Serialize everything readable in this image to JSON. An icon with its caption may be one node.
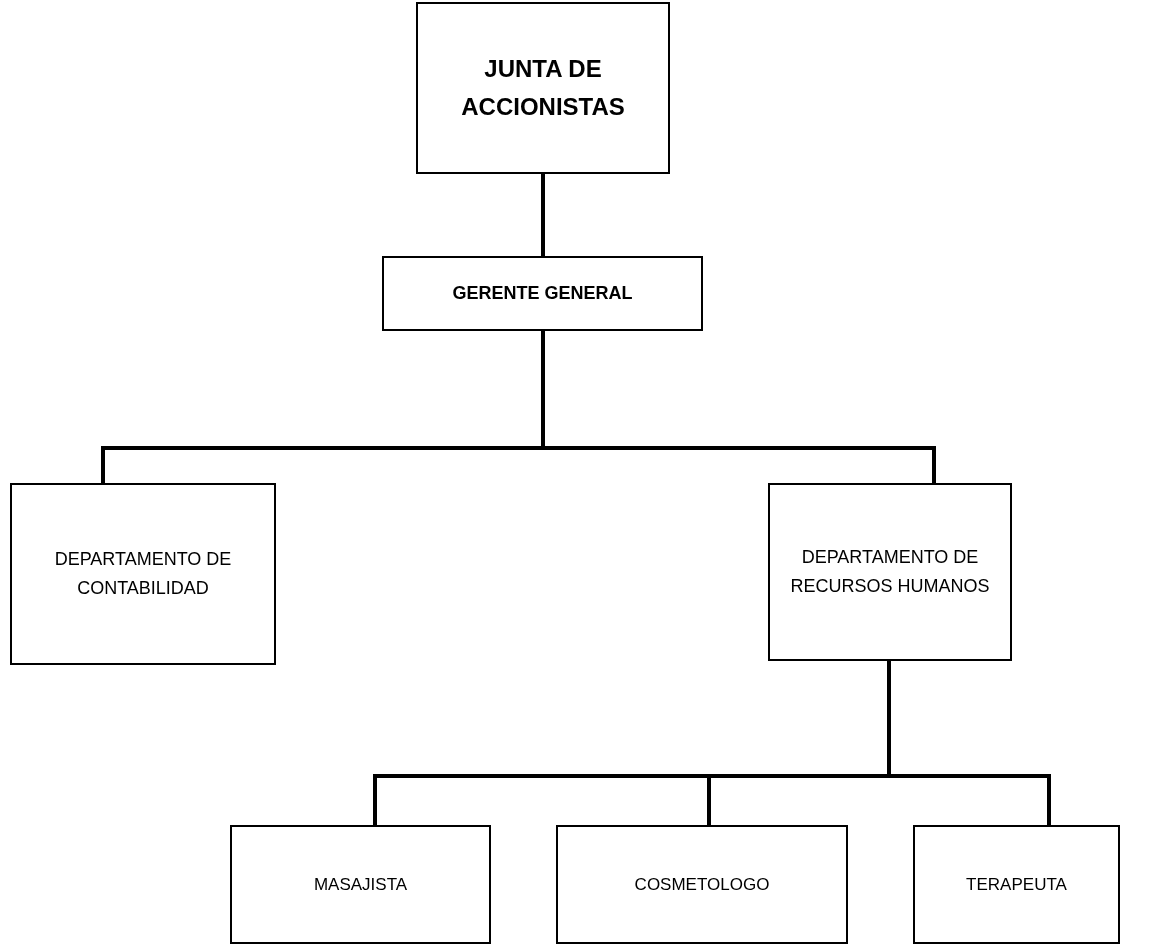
{
  "diagram": {
    "nodes": [
      {
        "text": [
          "JUNTA DE ACCIONISTAS"
        ]
      },
      {
        "text": [
          "GERENTE GENERAL"
        ]
      },
      {
        "text": [
          "DEPARTAMENTO DE CONTABILIDAD"
        ]
      },
      {
        "text": [
          "DEPARTAMENTO DE RECURSOS HUMANOS"
        ]
      },
      {
        "text": [
          "MASAJISTA"
        ]
      },
      {
        "text": [
          "COSMETOLOGO"
        ]
      },
      {
        "text": [
          "TERAPEUTA"
        ]
      }
    ],
    "edges": [
      {
        "from": 0,
        "to": 1,
        "arrow": "none"
      },
      {
        "from": 1,
        "to": 2,
        "arrow": "none"
      },
      {
        "from": 1,
        "to": 3,
        "arrow": "none"
      },
      {
        "from": 3,
        "to": 4,
        "arrow": "none"
      },
      {
        "from": 3,
        "to": 5,
        "arrow": "none"
      },
      {
        "from": 3,
        "to": 6,
        "arrow": "none"
      }
    ]
  }
}
